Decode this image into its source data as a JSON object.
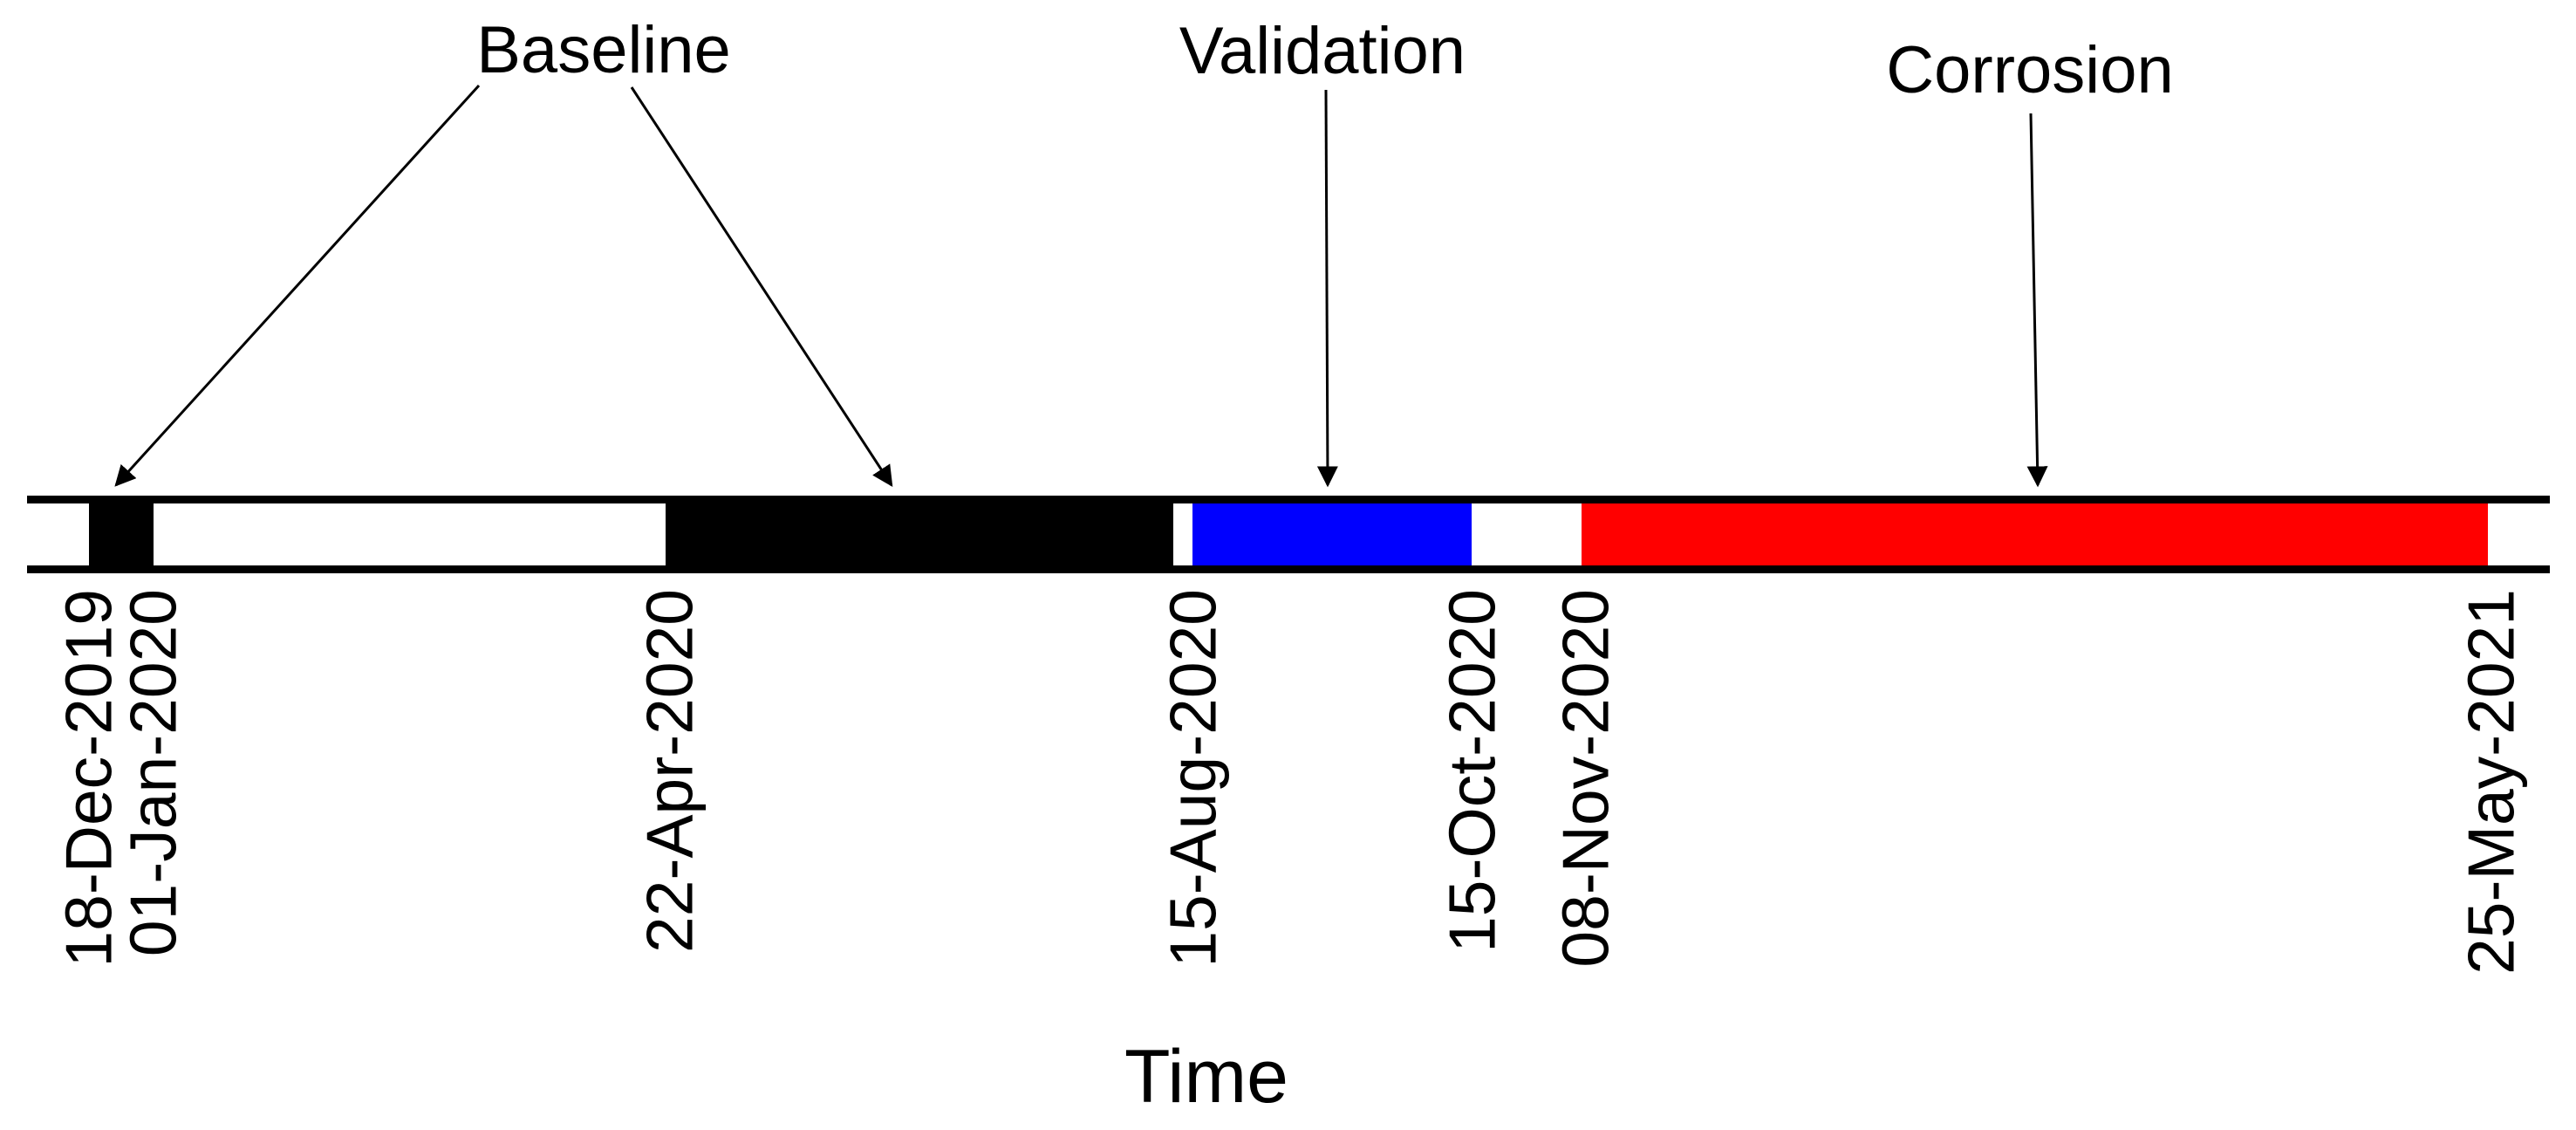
{
  "figure": {
    "background": "#ffffff",
    "text_color": "#000000",
    "axis_line_color": "#000000"
  },
  "annotations": {
    "baseline": "Baseline",
    "validation": "Validation",
    "corrosion": "Corrosion"
  },
  "axis": {
    "xlabel": "Time"
  },
  "chart_data": {
    "type": "bar",
    "subtype": "horizontal-timeline",
    "xlabel": "Time",
    "x_ticks": [
      "18-Dec-2019",
      "01-Jan-2020",
      "22-Apr-2020",
      "15-Aug-2020",
      "15-Oct-2020",
      "08-Nov-2020",
      "25-May-2021"
    ],
    "segments": [
      {
        "name": "Baseline",
        "start": "18-Dec-2019",
        "end": "01-Jan-2020",
        "color": "#000000"
      },
      {
        "name": "Baseline",
        "start": "22-Apr-2020",
        "end": "15-Aug-2020",
        "color": "#000000"
      },
      {
        "name": "Validation",
        "start": "15-Aug-2020",
        "end": "15-Oct-2020",
        "color": "#0000FF"
      },
      {
        "name": "Corrosion",
        "start": "08-Nov-2020",
        "end": "25-May-2021",
        "color": "#FF0000"
      }
    ],
    "legend_position": "none",
    "grid": false
  }
}
